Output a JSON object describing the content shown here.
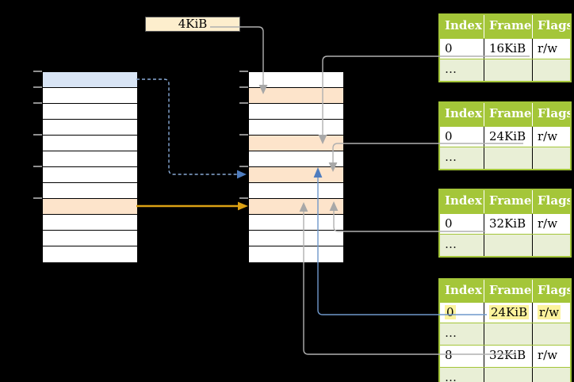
{
  "size_label": {
    "text": "4KiB"
  },
  "virtual_memory_column": {
    "rows": 12,
    "blue_rows": [
      0
    ],
    "orange_rows": [
      8
    ],
    "tick_boundaries": [
      0,
      1,
      2,
      4,
      6,
      8
    ]
  },
  "physical_memory_column": {
    "rows": 12,
    "blue_rows": [],
    "orange_rows": [
      1,
      4,
      6,
      8
    ],
    "tick_boundaries": [
      0,
      1,
      2,
      4,
      6,
      8
    ]
  },
  "page_tables": {
    "headers": [
      "Index",
      "Frame",
      "Flags"
    ],
    "tables": [
      {
        "name": "page-table-at-16kib",
        "rows": [
          {
            "index": "0",
            "frame": "16KiB",
            "flags": "r/w"
          },
          {
            "index": "…",
            "frame": "",
            "flags": ""
          }
        ]
      },
      {
        "name": "page-table-at-24kib",
        "rows": [
          {
            "index": "0",
            "frame": "24KiB",
            "flags": "r/w"
          },
          {
            "index": "…",
            "frame": "",
            "flags": ""
          }
        ]
      },
      {
        "name": "page-table-at-32kib",
        "rows": [
          {
            "index": "0",
            "frame": "32KiB",
            "flags": "r/w"
          },
          {
            "index": "…",
            "frame": "",
            "flags": ""
          }
        ]
      },
      {
        "name": "level-2-page-table",
        "rows": [
          {
            "index": "0",
            "frame": "24KiB",
            "flags": "r/w",
            "highlight": true
          },
          {
            "index": "…",
            "frame": "",
            "flags": ""
          },
          {
            "index": "8",
            "frame": "32KiB",
            "flags": "r/w"
          },
          {
            "index": "…",
            "frame": "",
            "flags": ""
          }
        ]
      }
    ]
  },
  "mappings": [
    "4KiB label -> physical frame row 2",
    "16KiB table -> physical frame row 5",
    "24KiB table -> physical frame row 7",
    "32KiB table -> physical frame row 9",
    "virtual blue row -> physical frame row 7 (dashed blue)",
    "virtual orange row -> physical frame row 9 (orange)",
    "level-2 entry 0 (24KiB) -> physical frame row 7 (blue)",
    "level-2 entry 8 (32KiB) -> physical frame row 9 (gray)"
  ],
  "colors": {
    "bg": "#000000",
    "row_white": "#ffffff",
    "row_blue": "#d9e5f5",
    "row_orange": "#fde4cb",
    "row_lightgreen": "#e9efd6",
    "table_green": "#a4c639",
    "label_cream": "#fdeecd",
    "hl_yellow": "#fcf39d",
    "line_gray": "#b0b0b0",
    "arrow_gray": "#a8a8a8",
    "line_blue": "#6f98cb",
    "line_blue_dash": "#87a9d6",
    "arrow_blue": "#4f7dbf",
    "line_orange": "#dca114",
    "tick_gray": "#8f8f8f"
  }
}
